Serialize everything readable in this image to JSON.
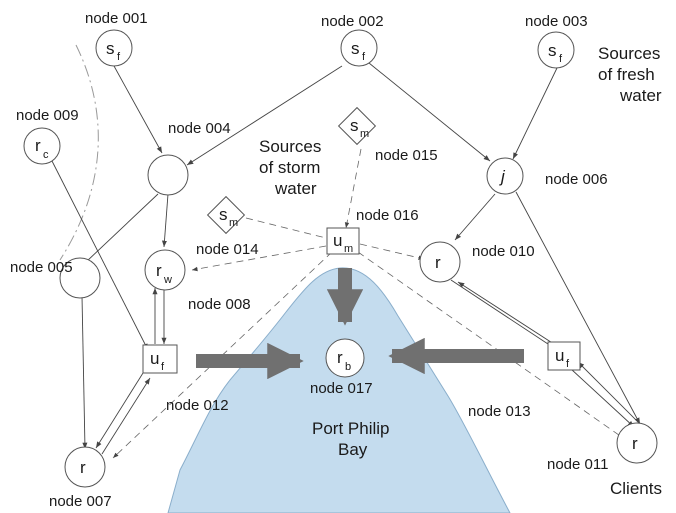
{
  "diagram": {
    "node_labels": {
      "n001": "node 001",
      "n002": "node 002",
      "n003": "node 003",
      "n004": "node 004",
      "n005": "node 005",
      "n006": "node 006",
      "n007": "node 007",
      "n008": "node 008",
      "n009": "node 009",
      "n010": "node 010",
      "n011": "node 011",
      "n012": "node 012",
      "n013": "node 013",
      "n014": "node 014",
      "n015": "node 015",
      "n016": "node 016",
      "n017": "node 017"
    },
    "symbols": {
      "s": "s",
      "f": "f",
      "m": "m",
      "r": "r",
      "c": "c",
      "w": "w",
      "b": "b",
      "u": "u",
      "j": "j"
    },
    "annotations": {
      "fresh_1": "Sources",
      "fresh_2": "of fresh",
      "fresh_3": "water",
      "storm_1": "Sources",
      "storm_2": "of storm",
      "storm_3": "water",
      "bay_1": "Port Philip",
      "bay_2": "Bay",
      "clients": "Clients"
    },
    "colors": {
      "bay": "#c4dcee",
      "flow_arrow": "#707070"
    }
  }
}
